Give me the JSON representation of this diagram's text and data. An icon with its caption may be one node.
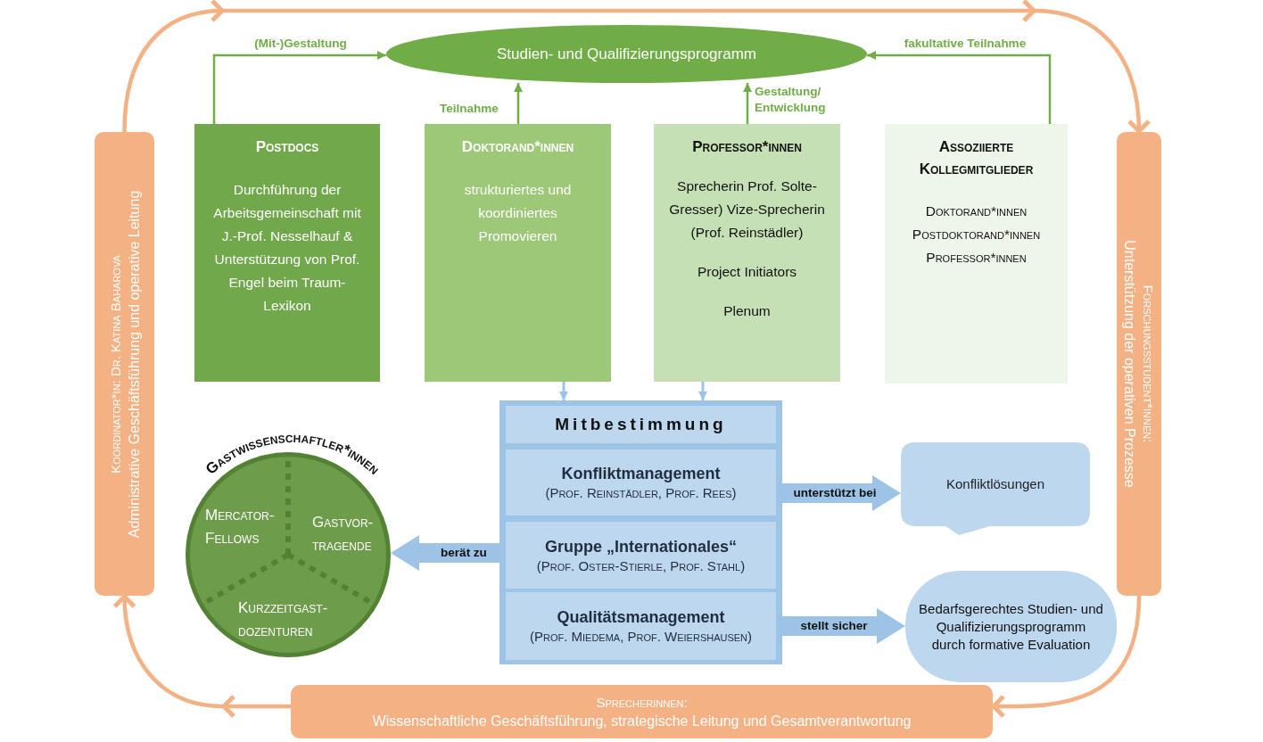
{
  "diagram": {
    "nodes": [
      {
        "text": [
          "Studien- und Qualifizierungsprogramm"
        ]
      },
      {
        "text": [
          "Postdocs",
          "Durchführung der Arbeitsgemeinschaft mit J.-Prof. Nesselhauf & Unterstützung von Prof. Engel beim Traum-Lexikon"
        ]
      },
      {
        "text": [
          "Doktorand*innen",
          "strukturiertes und koordiniertes Promovieren"
        ]
      },
      {
        "text": [
          "Professor*innen",
          "Sprecherin Prof. Solte-Gresser) Vize-Sprecherin (Prof. Reinstädler)",
          "Project Initiators",
          "Plenum"
        ]
      },
      {
        "text": [
          "Assoziierte Kollegmitglieder",
          "Doktorand*innen Postdoktorand*innen Professor*innen"
        ]
      },
      {
        "text": [
          "Koordinator*in: Dr. Katina Baharova",
          "Administrative Geschäftsführung und operative Leitung"
        ]
      },
      {
        "text": [
          "Forschungsstudent*innen:",
          "Unterstützung der operativen Prozesse"
        ]
      },
      {
        "text": [
          "Sprecherinnen:",
          "Wissenschaftliche Geschäftsführung, strategische Leitung und Gesamtverantwortung"
        ]
      },
      {
        "text": [
          "Mitbestimmung"
        ]
      },
      {
        "text": [
          "Konfliktmanagement",
          "(Prof. Reinstädler, Prof. Rees)"
        ],
        "in": 8
      },
      {
        "text": [
          "Gruppe „Internationales“",
          "(Prof. Oster-Stierle, Prof. Stahl)"
        ],
        "in": 8
      },
      {
        "text": [
          "Qualitätsmanagement",
          "(Prof. Miedema, Prof. Weiershausen)"
        ],
        "in": 8
      },
      {
        "text": [
          "Gastwissenschaftler*innen"
        ]
      },
      {
        "text": [
          "Mercator- Fellows"
        ],
        "in": 12
      },
      {
        "text": [
          "Gastvor- tragende"
        ],
        "in": 12
      },
      {
        "text": [
          "Kurzzeitgast- dozenturen"
        ],
        "in": 12
      },
      {
        "text": [
          "Konfliktlösungen"
        ]
      },
      {
        "text": [
          "Bedarfsgerechtes Studien- und Qualifizierungsprogramm durch formative Evaluation"
        ]
      }
    ],
    "edges": [
      {
        "from": 1,
        "to": 0,
        "arrow": "to",
        "label": "(Mit-)Gestaltung",
        "color": "#70ad47"
      },
      {
        "from": 2,
        "to": 0,
        "arrow": "to",
        "label": "Teilnahme",
        "color": "#70ad47"
      },
      {
        "from": 3,
        "to": 0,
        "arrow": "to",
        "label": "Gestaltung/ Entwicklung",
        "color": "#70ad47"
      },
      {
        "from": 4,
        "to": 0,
        "arrow": "to",
        "label": "fakultative Teilnahme",
        "color": "#70ad47"
      },
      {
        "from": 2,
        "to": 8,
        "arrow": "to",
        "color": "#9dc3e6"
      },
      {
        "from": 3,
        "to": 8,
        "arrow": "to",
        "color": "#9dc3e6"
      },
      {
        "from": 10,
        "to": 12,
        "arrow": "to",
        "label": "berät zu",
        "style": "thick",
        "color": "#9dc3e6"
      },
      {
        "from": 9,
        "to": 16,
        "arrow": "to",
        "label": "unterstützt bei",
        "style": "thick",
        "color": "#9dc3e6"
      },
      {
        "from": 11,
        "to": 17,
        "arrow": "to",
        "label": "stellt sicher",
        "style": "thick",
        "color": "#9dc3e6"
      },
      {
        "from": 5,
        "to": 6,
        "arrow": "to",
        "color": "#f4b183"
      },
      {
        "from": 6,
        "to": 7,
        "arrow": "to",
        "color": "#f4b183"
      },
      {
        "from": 7,
        "to": 5,
        "arrow": "to",
        "color": "#f4b183"
      }
    ]
  }
}
